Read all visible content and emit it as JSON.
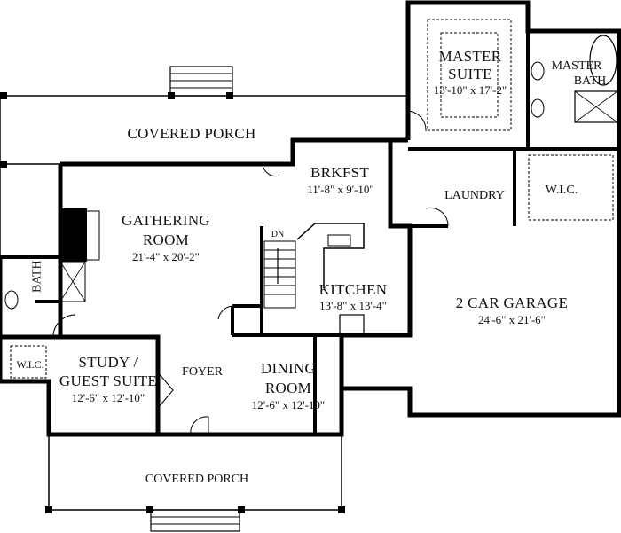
{
  "rooms": {
    "covered_porch_rear": {
      "name": "COVERED PORCH"
    },
    "master_suite": {
      "name_1": "MASTER",
      "name_2": "SUITE",
      "dims": "13'-10\" x 17'-2\""
    },
    "master_bath": {
      "name_1": "MASTER",
      "name_2": "BATH"
    },
    "brkfst": {
      "name": "BRKFST",
      "dims": "11'-8\" x 9'-10\""
    },
    "laundry": {
      "name": "LAUNDRY"
    },
    "wic_master": {
      "name": "W.I.C."
    },
    "gathering_room": {
      "name_1": "GATHERING",
      "name_2": "ROOM",
      "dims": "21'-4\" x 20'-2\""
    },
    "stairs": {
      "label": "DN"
    },
    "kitchen": {
      "name": "KITCHEN",
      "dims": "13'-8\" x 13'-4\""
    },
    "garage": {
      "name": "2 CAR GARAGE",
      "dims": "24'-6\" x 21'-6\""
    },
    "bath": {
      "name": "BATH"
    },
    "wic_guest": {
      "name": "W.I.C."
    },
    "study": {
      "name_1": "STUDY /",
      "name_2": "GUEST SUITE",
      "dims": "12'-6\" x 12'-10\""
    },
    "foyer": {
      "name": "FOYER"
    },
    "dining_room": {
      "name_1": "DINING",
      "name_2": "ROOM",
      "dims": "12'-6\" x 12'-10\""
    },
    "covered_porch_front": {
      "name": "COVERED PORCH"
    }
  }
}
